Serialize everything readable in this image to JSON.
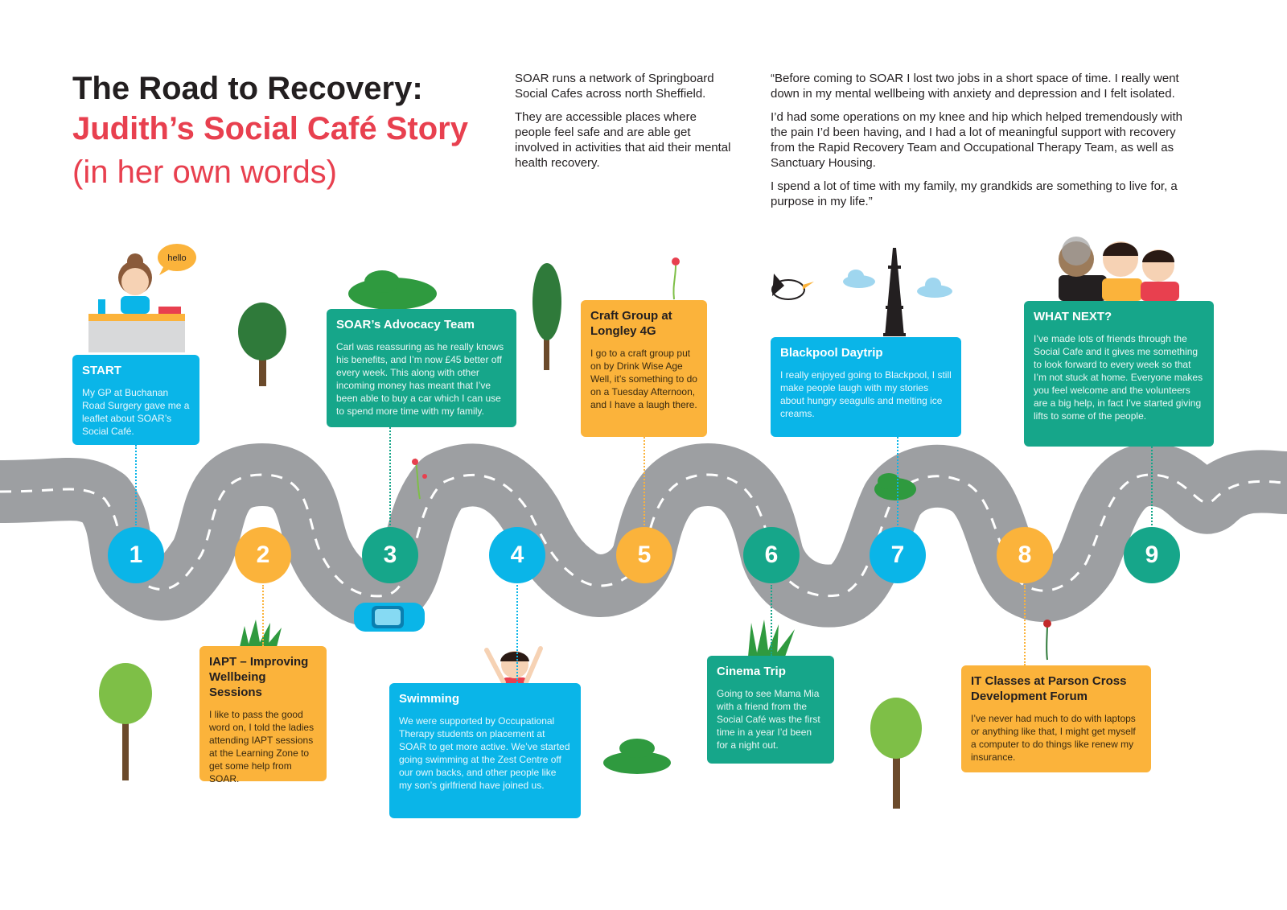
{
  "title": {
    "line1": "The Road to Recovery:",
    "line2": "Judith’s Social Café Story",
    "line3": "(in her own words)"
  },
  "intro": {
    "p1": "SOAR runs a network of Springboard Social Cafes across north Sheffield.",
    "p2": "They are accessible places where people feel safe and are able get involved in activities that aid their mental health recovery."
  },
  "quote": {
    "p1": "“Before coming to SOAR I lost two jobs in a short space of time. I really went down in my mental wellbeing with anxiety and depression and I felt isolated.",
    "p2": "I’d had some operations on my knee and hip which helped tremendously with the pain I’d been having, and I had a lot of meaningful support with recovery from the Rapid Recovery Team and Occupational Therapy Team, as well as Sanctuary Housing.",
    "p3": "I spend a lot of time with my family, my grandkids are something to live for, a purpose in my life.”"
  },
  "speech_bubble": "hello",
  "steps": [
    {
      "number": "1",
      "title": "START",
      "text": "My GP at Buchanan Road Surgery gave me a leaflet about SOAR’s Social Café."
    },
    {
      "number": "2",
      "title": "IAPT – Improving Wellbeing Sessions",
      "text": "I like to pass the good word on, I told the ladies attending IAPT sessions at the Learning Zone to get some help from SOAR."
    },
    {
      "number": "3",
      "title": "SOAR’s Advocacy Team",
      "text": "Carl was reassuring as he really knows his benefits, and I’m now £45 better off every week. This along with other incoming money has meant that I’ve been able to buy a car which I can use to spend more time with my family."
    },
    {
      "number": "4",
      "title": "Swimming",
      "text": "We were supported by Occupational Therapy students on placement at SOAR to get more active. We’ve started going swimming at the Zest Centre off our own backs, and other people like my son’s girlfriend have joined us."
    },
    {
      "number": "5",
      "title": "Craft Group at Longley 4G",
      "text": "I go to a craft group put on by Drink Wise Age Well, it’s something to do on a Tuesday Afternoon, and I have a laugh there."
    },
    {
      "number": "6",
      "title": "Cinema Trip",
      "text": "Going to see Mama Mia with a friend from the Social Café was the first time in a year I’d been for a night out."
    },
    {
      "number": "7",
      "title": "Blackpool Daytrip",
      "text": "I really enjoyed going to Blackpool, I still make people laugh with my stories about hungry seagulls and melting ice creams."
    },
    {
      "number": "8",
      "title": "IT Classes at Parson Cross Development Forum",
      "text": "I’ve never had much to do with laptops or anything like that, I might get myself a computer to do things like renew my insurance."
    },
    {
      "number": "9",
      "title": "WHAT NEXT?",
      "text": "I’ve made lots of friends through the Social Cafe and it gives me something to look forward to every week so that I’m not stuck at home. Everyone makes you feel welcome and the volunteers are a big help, in fact I’ve started giving lifts to some of the people."
    }
  ],
  "colors": {
    "blue": "#0ab5e8",
    "green": "#16a68a",
    "orange": "#fbb33b",
    "red": "#e8404f",
    "road": "#9d9fa2"
  }
}
